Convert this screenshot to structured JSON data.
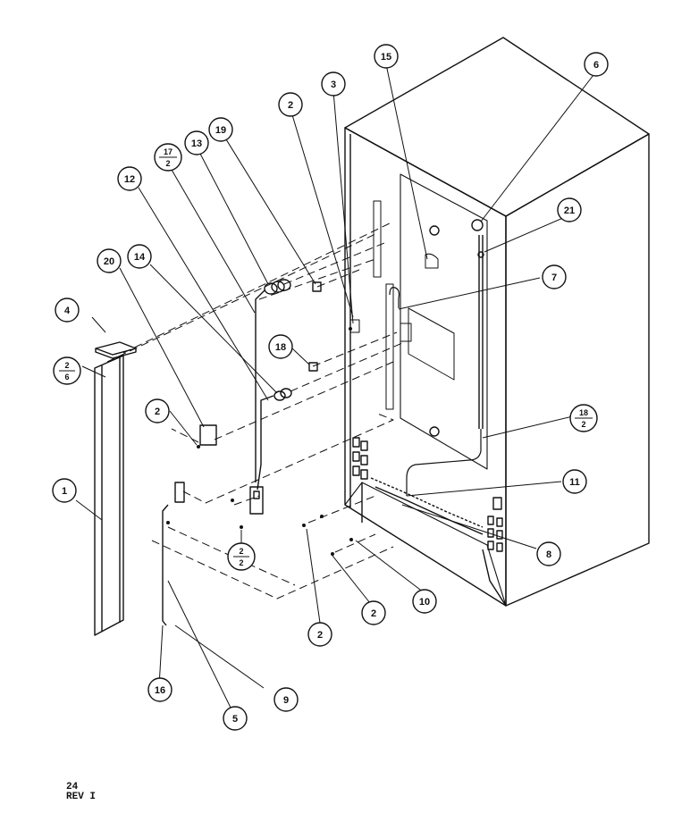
{
  "callouts": [
    {
      "id": "c1",
      "label": "1"
    },
    {
      "id": "c2a",
      "label": "2"
    },
    {
      "id": "c2b",
      "label": "2"
    },
    {
      "id": "c2c",
      "label": "2"
    },
    {
      "id": "c2d",
      "label": "2"
    },
    {
      "id": "c3",
      "label": "3"
    },
    {
      "id": "c4",
      "label": "4"
    },
    {
      "id": "c5",
      "label": "5"
    },
    {
      "id": "c6",
      "label": "6"
    },
    {
      "id": "c7",
      "label": "7"
    },
    {
      "id": "c8",
      "label": "8"
    },
    {
      "id": "c9",
      "label": "9"
    },
    {
      "id": "c10",
      "label": "10"
    },
    {
      "id": "c11",
      "label": "11"
    },
    {
      "id": "c12",
      "label": "12"
    },
    {
      "id": "c13",
      "label": "13"
    },
    {
      "id": "c14",
      "label": "14"
    },
    {
      "id": "c15",
      "label": "15"
    },
    {
      "id": "c16",
      "label": "16"
    },
    {
      "id": "c18",
      "label": "18"
    },
    {
      "id": "c19",
      "label": "19"
    },
    {
      "id": "c20",
      "label": "20"
    },
    {
      "id": "c21",
      "label": "21"
    }
  ],
  "fraction_callouts": [
    {
      "id": "f2_6",
      "top": "2",
      "bottom": "6"
    },
    {
      "id": "f17_2",
      "top": "17",
      "bottom": "2"
    },
    {
      "id": "f18_2",
      "top": "18",
      "bottom": "2"
    },
    {
      "id": "f2_2",
      "top": "2",
      "bottom": "2"
    }
  ],
  "footer": {
    "page_number": "24",
    "revision": "REV  I"
  }
}
